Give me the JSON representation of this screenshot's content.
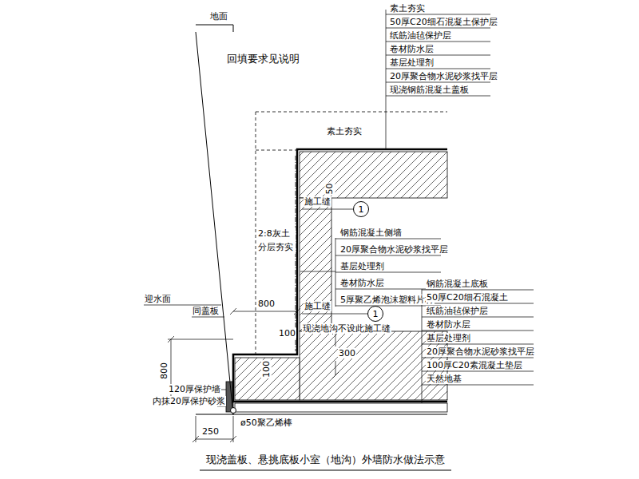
{
  "diagram": {
    "title": "现浇盖板、悬挑底板小室（地沟）外墙防水做法示意",
    "nodes": [
      {
        "text": [
          "1"
        ]
      },
      {
        "text": [
          "1"
        ]
      }
    ],
    "labels": [
      "地面",
      "回填要求见说明",
      "素土夯实",
      "50厚C20细石混凝土保护层",
      "纸筋油毡保护层",
      "卷材防水层",
      "基层处理剂",
      "20厚聚合物水泥砂浆找平层",
      "现浇钢筋混凝土盖板",
      "素土夯实",
      "50",
      "施工缝",
      "2:8灰土 分层夯实",
      "钢筋混凝土侧墙",
      "20厚聚合物水泥砂浆找平层",
      "基层处理剂",
      "卷材防水层",
      "5厚聚乙烯泡沫塑料片材",
      "迎水面",
      "800",
      "同盖板",
      "钢筋混凝土底板",
      "50厚C20细石混凝土",
      "纸筋油毡保护层",
      "卷材防水层",
      "基层处理剂",
      "20厚聚合物水泥砂浆找平层",
      "100厚C20素混凝土垫层",
      "天然地基",
      "施工缝",
      "现浇地沟不设此施工缝",
      "100",
      "100",
      "300",
      "800",
      "120厚保护墙",
      "内抹20厚保护砂浆",
      "250",
      "ø50聚乙烯棒"
    ]
  }
}
